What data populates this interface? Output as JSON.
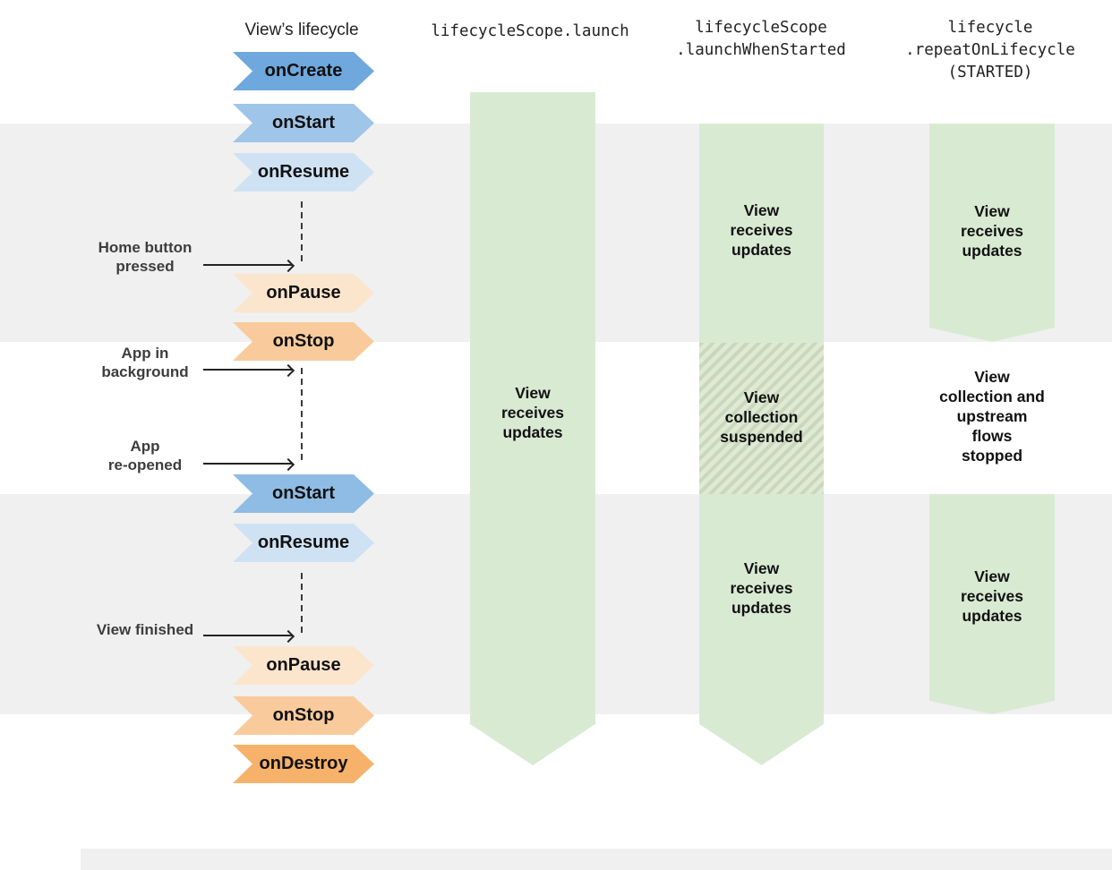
{
  "header": {
    "lifecycle": "View’s lifecycle",
    "col_launch": "lifecycleScope.launch",
    "col_launch_when_started": "lifecycleScope\n.launchWhenStarted",
    "col_repeat_on_lifecycle": "lifecycle\n.repeatOnLifecycle\n(STARTED)"
  },
  "lifecycle_events": [
    {
      "label": "onCreate",
      "color": "#6fa8dc"
    },
    {
      "label": "onStart",
      "color": "#9fc5e8"
    },
    {
      "label": "onResume",
      "color": "#cfe2f3"
    },
    {
      "label": "onPause",
      "color": "#fce5cd"
    },
    {
      "label": "onStop",
      "color": "#f9cb9c"
    },
    {
      "label": "onStart",
      "color": "#8fbce4"
    },
    {
      "label": "onResume",
      "color": "#cfe2f3"
    },
    {
      "label": "onPause",
      "color": "#fce5cd"
    },
    {
      "label": "onStop",
      "color": "#f9cb9c"
    },
    {
      "label": "onDestroy",
      "color": "#f6b26b"
    }
  ],
  "annotations": [
    {
      "text": "Home button\npressed"
    },
    {
      "text": "App in\nbackground"
    },
    {
      "text": "App\nre-opened"
    },
    {
      "text": "View finished"
    }
  ],
  "labels": {
    "receives": "View\nreceives\nupdates",
    "suspended": "View\ncollection\nsuspended",
    "stopped": "View\ncollection and\nupstream\nflows\nstopped"
  },
  "palette": {
    "column_green": "#d9ead3",
    "hatch_stripe": "#c9d8bd",
    "band_gray": "#f0f0f0",
    "arrow_color": "#222222",
    "text_dark": "#212121"
  }
}
